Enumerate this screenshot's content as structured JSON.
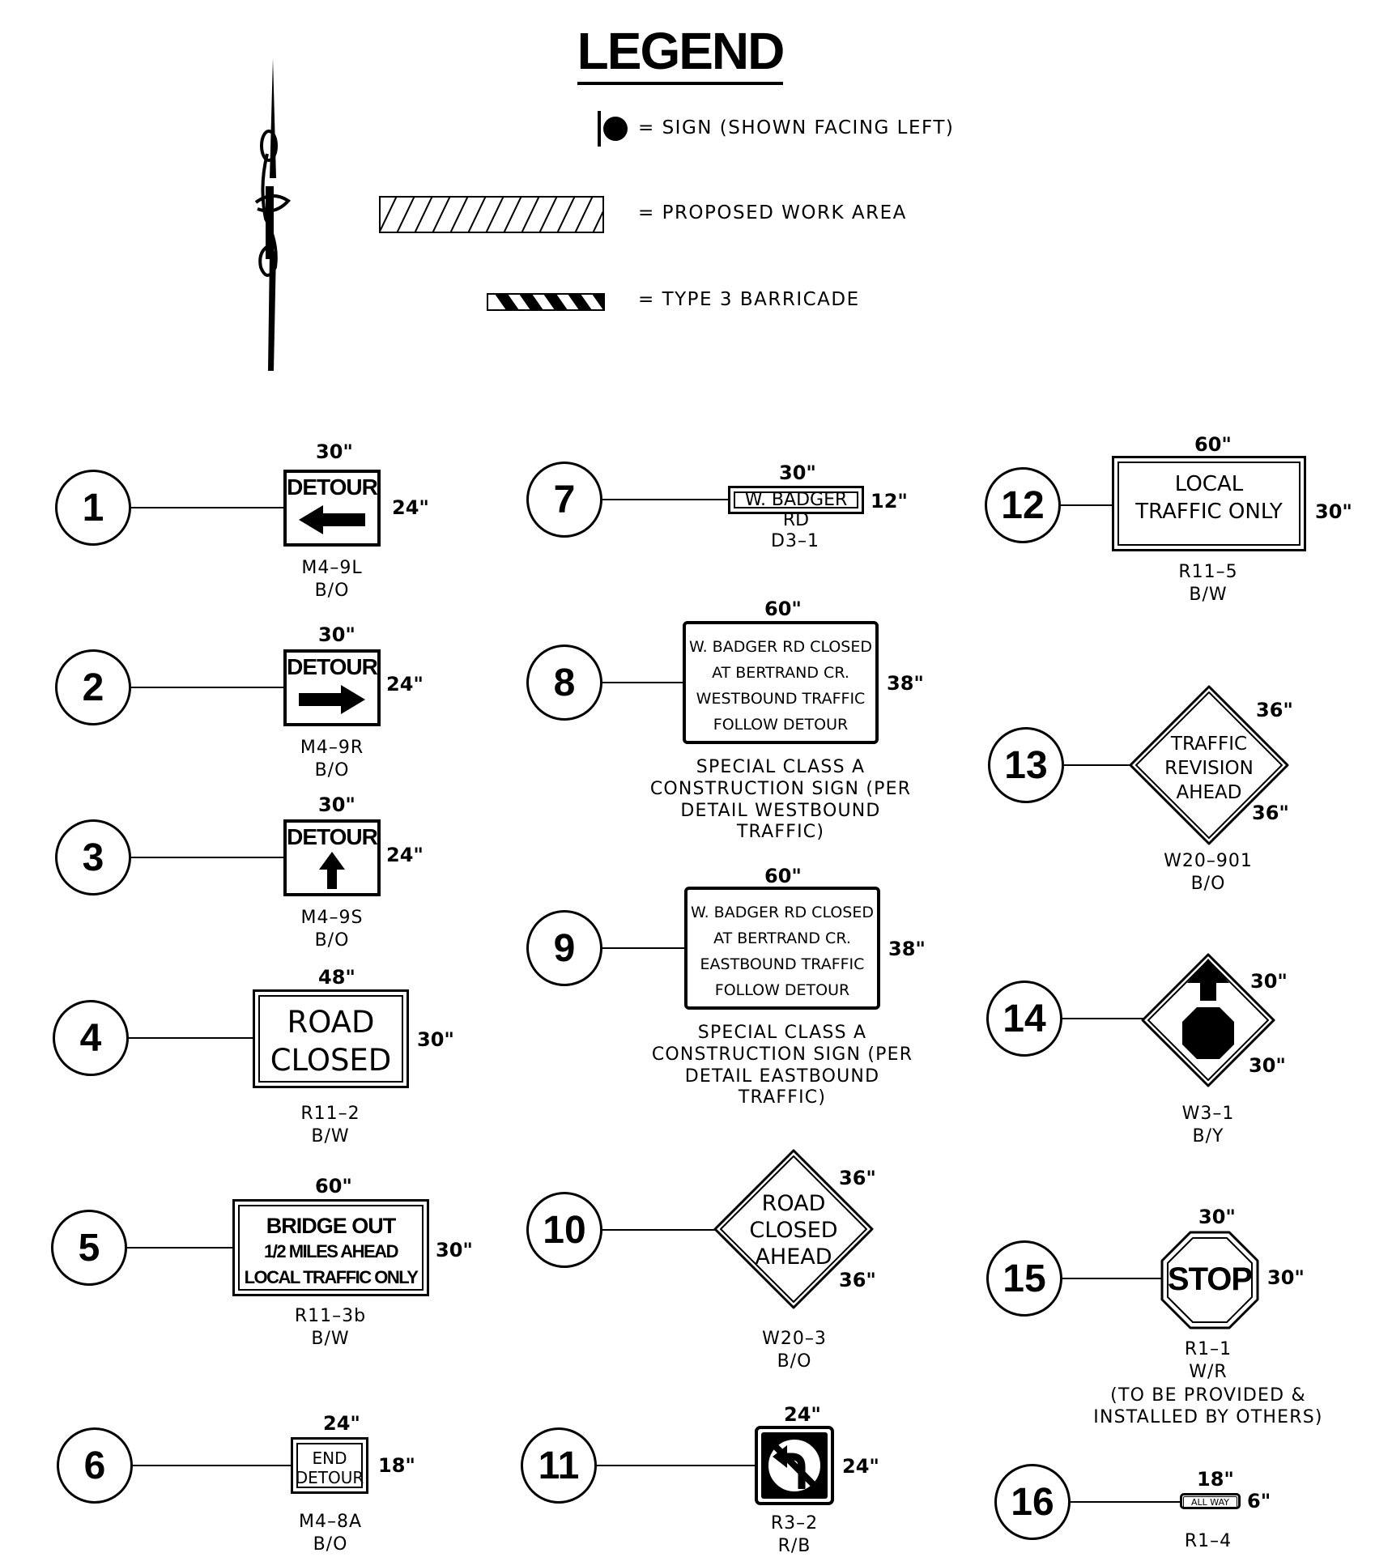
{
  "title": "LEGEND",
  "legend": {
    "sign": "= SIGN (SHOWN FACING LEFT)",
    "work_area": "= PROPOSED WORK AREA",
    "barricade": "= TYPE 3 BARRICADE"
  },
  "signs": [
    {
      "num": "1",
      "top": "30\"",
      "side": "24\"",
      "lines": [
        "DETOUR"
      ],
      "code": "M4–9L",
      "color": "B/O"
    },
    {
      "num": "2",
      "top": "30\"",
      "side": "24\"",
      "lines": [
        "DETOUR"
      ],
      "code": "M4–9R",
      "color": "B/O"
    },
    {
      "num": "3",
      "top": "30\"",
      "side": "24\"",
      "lines": [
        "DETOUR"
      ],
      "code": "M4–9S",
      "color": "B/O"
    },
    {
      "num": "4",
      "top": "48\"",
      "side": "30\"",
      "lines": [
        "ROAD",
        "CLOSED"
      ],
      "code": "R11–2",
      "color": "B/W"
    },
    {
      "num": "5",
      "top": "60\"",
      "side": "30\"",
      "lines": [
        "BRIDGE OUT",
        "1/2 MILES AHEAD",
        "LOCAL TRAFFIC ONLY"
      ],
      "code": "R11–3b",
      "color": "B/W"
    },
    {
      "num": "6",
      "top": "24\"",
      "side": "18\"",
      "lines": [
        "END",
        "DETOUR"
      ],
      "code": "M4–8A",
      "color": "B/O"
    },
    {
      "num": "7",
      "top": "30\"",
      "side": "12\"",
      "lines": [
        "W. BADGER RD"
      ],
      "code": "D3–1"
    },
    {
      "num": "8",
      "top": "60\"",
      "side": "38\"",
      "lines": [
        "W. BADGER RD CLOSED",
        "AT BERTRAND CR.",
        "WESTBOUND TRAFFIC",
        "FOLLOW DETOUR"
      ],
      "note": [
        "SPECIAL CLASS A",
        "CONSTRUCTION SIGN (PER",
        "DETAIL WESTBOUND",
        "TRAFFIC)"
      ]
    },
    {
      "num": "9",
      "top": "60\"",
      "side": "38\"",
      "lines": [
        "W. BADGER RD CLOSED",
        "AT BERTRAND CR.",
        "EASTBOUND TRAFFIC",
        "FOLLOW DETOUR"
      ],
      "note": [
        "SPECIAL CLASS A",
        "CONSTRUCTION SIGN (PER",
        "DETAIL EASTBOUND",
        "TRAFFIC)"
      ]
    },
    {
      "num": "10",
      "top": "36\"",
      "side": "36\"",
      "lines": [
        "ROAD",
        "CLOSED",
        "AHEAD"
      ],
      "code": "W20–3",
      "color": "B/O"
    },
    {
      "num": "11",
      "top": "24\"",
      "side": "24\"",
      "code": "R3–2",
      "color": "R/B"
    },
    {
      "num": "12",
      "top": "60\"",
      "side": "30\"",
      "lines": [
        "LOCAL",
        "TRAFFIC ONLY"
      ],
      "code": "R11–5",
      "color": "B/W"
    },
    {
      "num": "13",
      "top": "36\"",
      "side": "36\"",
      "lines": [
        "TRAFFIC",
        "REVISION",
        "AHEAD"
      ],
      "code": "W20–901",
      "color": "B/O"
    },
    {
      "num": "14",
      "top": "30\"",
      "side": "30\"",
      "code": "W3–1",
      "color": "B/Y"
    },
    {
      "num": "15",
      "top": "30\"",
      "side": "30\"",
      "lines": [
        "STOP"
      ],
      "code": "R1–1",
      "color": "W/R",
      "note": [
        "(TO BE PROVIDED &",
        "INSTALLED BY OTHERS)"
      ]
    },
    {
      "num": "16",
      "top": "18\"",
      "side": "6\"",
      "lines": [
        "ALL WAY"
      ],
      "code": "R1–4"
    }
  ]
}
